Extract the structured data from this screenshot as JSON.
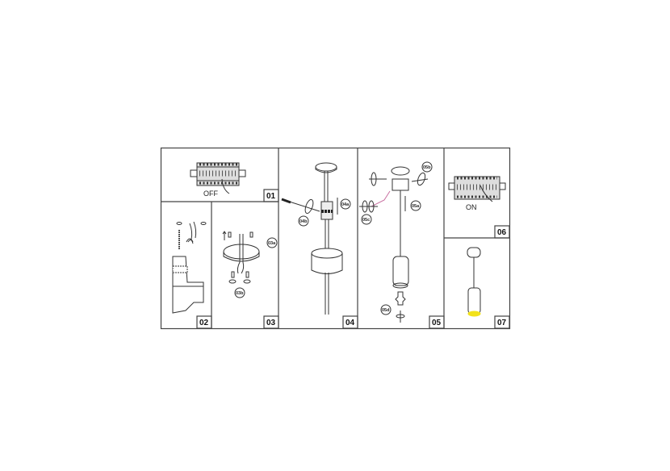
{
  "steps": [
    {
      "number": "01",
      "label": "OFF"
    },
    {
      "number": "02"
    },
    {
      "number": "03",
      "callouts": [
        "03a",
        "03b"
      ]
    },
    {
      "number": "04",
      "callouts": [
        "04a",
        "04b"
      ]
    },
    {
      "number": "05",
      "callouts": [
        "05a",
        "05b",
        "05c",
        "05d"
      ]
    },
    {
      "number": "06",
      "label": "ON"
    },
    {
      "number": "07"
    }
  ],
  "colors": {
    "frame": "#444444",
    "light": "#f2e21a",
    "wire": "#c86fa0"
  }
}
